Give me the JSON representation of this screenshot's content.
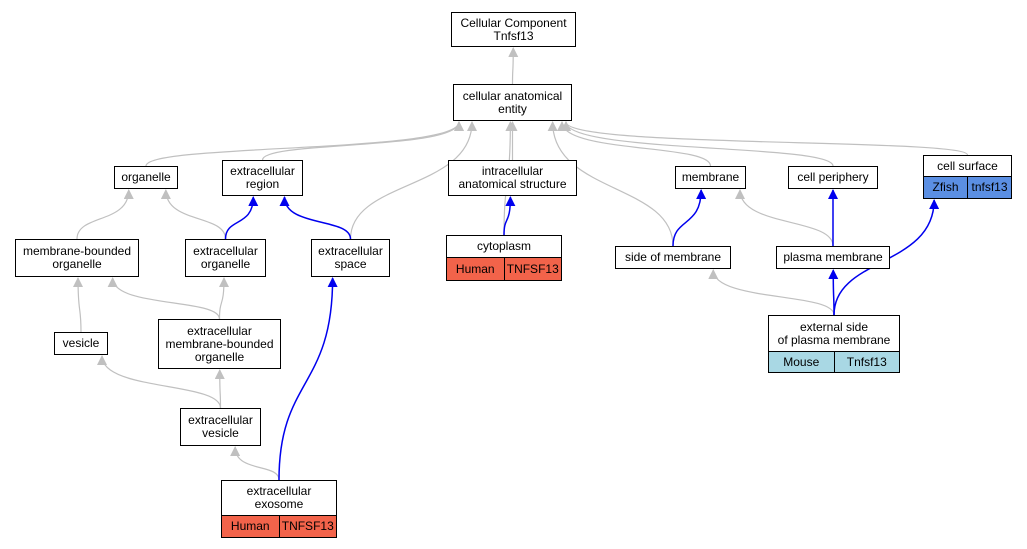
{
  "nodes": {
    "root": {
      "lines": [
        "Cellular Component",
        "Tnfsf13"
      ]
    },
    "cae": {
      "lines": [
        "cellular anatomical",
        "entity"
      ]
    },
    "organelle": {
      "lines": [
        "organelle"
      ]
    },
    "ecr": {
      "lines": [
        "extracellular",
        "region"
      ]
    },
    "ias": {
      "lines": [
        "intracellular",
        "anatomical structure"
      ]
    },
    "membrane": {
      "lines": [
        "membrane"
      ]
    },
    "periph": {
      "lines": [
        "cell periphery"
      ]
    },
    "surface": {
      "lines": [
        "cell surface"
      ]
    },
    "mbo": {
      "lines": [
        "membrane-bounded",
        "organelle"
      ]
    },
    "eco": {
      "lines": [
        "extracellular",
        "organelle"
      ]
    },
    "ecs": {
      "lines": [
        "extracellular",
        "space"
      ]
    },
    "cyto": {
      "lines": [
        "cytoplasm"
      ]
    },
    "som": {
      "lines": [
        "side of membrane"
      ]
    },
    "pm": {
      "lines": [
        "plasma membrane"
      ]
    },
    "vesicle": {
      "lines": [
        "vesicle"
      ]
    },
    "embo": {
      "lines": [
        "extracellular",
        "membrane-bounded",
        "organelle"
      ]
    },
    "espm": {
      "lines": [
        "external side",
        "of plasma membrane"
      ]
    },
    "ecv": {
      "lines": [
        "extracellular",
        "vesicle"
      ]
    },
    "exo": {
      "lines": [
        "extracellular",
        "exosome"
      ]
    }
  },
  "annotations": {
    "surface": {
      "species": "Zfish",
      "gene": "tnfsf13",
      "color": "#5b8fe3"
    },
    "cyto": {
      "species": "Human",
      "gene": "TNFSF13",
      "color": "#f2634a"
    },
    "espm": {
      "species": "Mouse",
      "gene": "Tnfsf13",
      "color": "#a9d8e4"
    },
    "exo": {
      "species": "Human",
      "gene": "TNFSF13",
      "color": "#f2634a"
    }
  },
  "colors": {
    "is_a_edge": "#c0c0c0",
    "part_of_edge": "#0000ee"
  },
  "edges": [
    {
      "from": "cae",
      "to": "root",
      "type": "is_a"
    },
    {
      "from": "organelle",
      "to": "cae",
      "type": "is_a"
    },
    {
      "from": "ecr",
      "to": "cae",
      "type": "is_a"
    },
    {
      "from": "ias",
      "to": "cae",
      "type": "is_a"
    },
    {
      "from": "ecs",
      "to": "cae",
      "type": "is_a"
    },
    {
      "from": "cyto",
      "to": "cae",
      "type": "is_a"
    },
    {
      "from": "som",
      "to": "cae",
      "type": "is_a"
    },
    {
      "from": "membrane",
      "to": "cae",
      "type": "is_a"
    },
    {
      "from": "periph",
      "to": "cae",
      "type": "is_a"
    },
    {
      "from": "surface",
      "to": "cae",
      "type": "is_a"
    },
    {
      "from": "mbo",
      "to": "organelle",
      "type": "is_a"
    },
    {
      "from": "eco",
      "to": "organelle",
      "type": "is_a"
    },
    {
      "from": "eco",
      "to": "ecr",
      "type": "part_of"
    },
    {
      "from": "ecs",
      "to": "ecr",
      "type": "part_of"
    },
    {
      "from": "cyto",
      "to": "ias",
      "type": "part_of"
    },
    {
      "from": "som",
      "to": "membrane",
      "type": "part_of"
    },
    {
      "from": "pm",
      "to": "membrane",
      "type": "is_a"
    },
    {
      "from": "pm",
      "to": "periph",
      "type": "part_of"
    },
    {
      "from": "vesicle",
      "to": "mbo",
      "type": "is_a"
    },
    {
      "from": "embo",
      "to": "mbo",
      "type": "is_a"
    },
    {
      "from": "embo",
      "to": "eco",
      "type": "is_a"
    },
    {
      "from": "ecv",
      "to": "vesicle",
      "type": "is_a"
    },
    {
      "from": "ecv",
      "to": "embo",
      "type": "is_a"
    },
    {
      "from": "exo",
      "to": "ecv",
      "type": "is_a"
    },
    {
      "from": "exo",
      "to": "ecs",
      "type": "part_of"
    },
    {
      "from": "espm",
      "to": "som",
      "type": "is_a"
    },
    {
      "from": "espm",
      "to": "pm",
      "type": "part_of"
    },
    {
      "from": "espm",
      "to": "surface",
      "type": "part_of"
    }
  ]
}
